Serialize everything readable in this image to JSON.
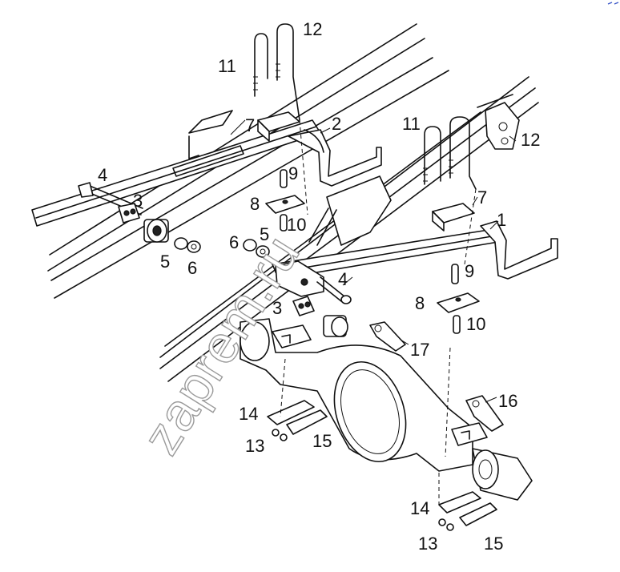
{
  "diagram": {
    "watermark": "zaprem.ru",
    "corner_mark_color": "#3a56c8",
    "callouts": [
      {
        "id": "c1",
        "text": "1"
      },
      {
        "id": "c2",
        "text": "2"
      },
      {
        "id": "c3a",
        "text": "3"
      },
      {
        "id": "c3b",
        "text": "3"
      },
      {
        "id": "c4a",
        "text": "4"
      },
      {
        "id": "c4b",
        "text": "4"
      },
      {
        "id": "c5a",
        "text": "5"
      },
      {
        "id": "c5b",
        "text": "5"
      },
      {
        "id": "c6a",
        "text": "6"
      },
      {
        "id": "c6b",
        "text": "6"
      },
      {
        "id": "c7a",
        "text": "7"
      },
      {
        "id": "c7b",
        "text": "7"
      },
      {
        "id": "c8a",
        "text": "8"
      },
      {
        "id": "c8b",
        "text": "8"
      },
      {
        "id": "c9a",
        "text": "9"
      },
      {
        "id": "c9b",
        "text": "9"
      },
      {
        "id": "c10a",
        "text": "10"
      },
      {
        "id": "c10b",
        "text": "10"
      },
      {
        "id": "c11a",
        "text": "11"
      },
      {
        "id": "c11b",
        "text": "11"
      },
      {
        "id": "c12a",
        "text": "12"
      },
      {
        "id": "c12b",
        "text": "12"
      },
      {
        "id": "c13a",
        "text": "13"
      },
      {
        "id": "c13b",
        "text": "13"
      },
      {
        "id": "c14a",
        "text": "14"
      },
      {
        "id": "c14b",
        "text": "14"
      },
      {
        "id": "c15a",
        "text": "15"
      },
      {
        "id": "c15b",
        "text": "15"
      },
      {
        "id": "c16",
        "text": "16"
      },
      {
        "id": "c17",
        "text": "17"
      }
    ]
  }
}
